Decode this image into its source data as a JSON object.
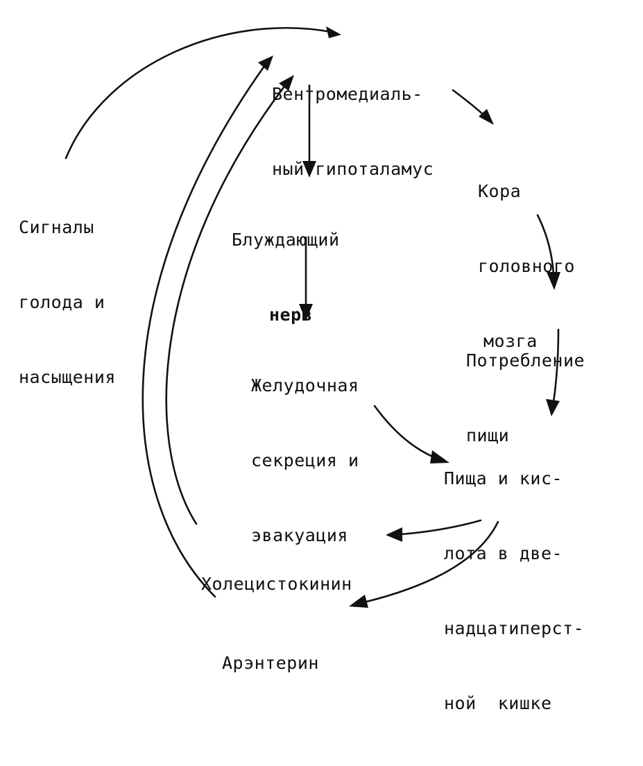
{
  "nodes": {
    "hypothalamus": [
      "Вентромедиаль-",
      "ный гипоталамус"
    ],
    "hunger_signals": [
      "Сигналы",
      "голода и",
      "насыщения"
    ],
    "vagus_nerve": [
      "Блуждающий",
      "нерв"
    ],
    "cortex": [
      "Кора",
      "головного",
      "мозга"
    ],
    "gastric_secretion": [
      "Желудочная",
      "секреция и",
      "эвакуация"
    ],
    "food_intake": [
      "Потребление",
      "пищи"
    ],
    "duodenum": [
      "Пища и кис-",
      "лота в две-",
      "надцатиперст-",
      "ной  кишке"
    ],
    "cholecystokinin": [
      "Холецистокинин"
    ],
    "arenterin": [
      "Арэнтерин"
    ]
  },
  "edges": [
    {
      "from": "hunger_signals",
      "to": "hypothalamus"
    },
    {
      "from": "hypothalamus",
      "to": "vagus_nerve"
    },
    {
      "from": "hypothalamus",
      "to": "cortex"
    },
    {
      "from": "vagus_nerve",
      "to": "gastric_secretion"
    },
    {
      "from": "cortex",
      "to": "food_intake"
    },
    {
      "from": "food_intake",
      "to": "duodenum"
    },
    {
      "from": "gastric_secretion",
      "to": "duodenum"
    },
    {
      "from": "duodenum",
      "to": "cholecystokinin"
    },
    {
      "from": "duodenum",
      "to": "arenterin"
    },
    {
      "from": "cholecystokinin",
      "to": "hypothalamus"
    },
    {
      "from": "arenterin",
      "to": "hypothalamus"
    }
  ],
  "colors": {
    "ink": "#111111",
    "background": "#ffffff"
  }
}
